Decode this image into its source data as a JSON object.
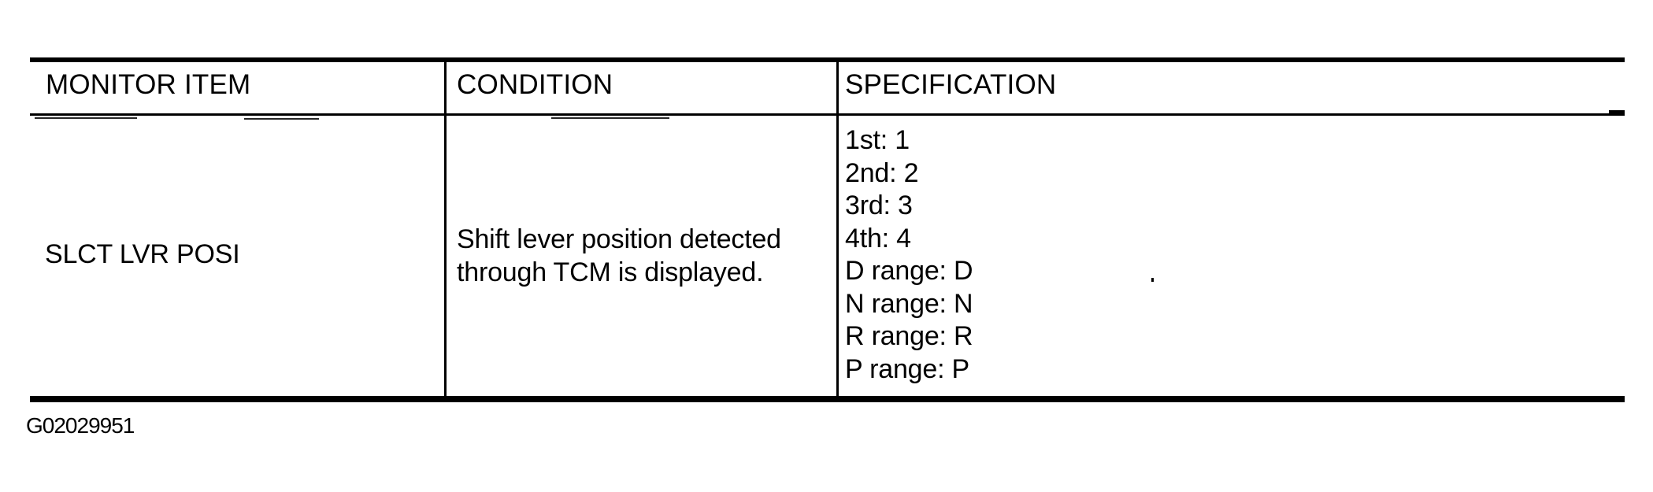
{
  "document": {
    "figure_id": "G02029951"
  },
  "table": {
    "columns": [
      {
        "label": "MONITOR ITEM"
      },
      {
        "label": "CONDITION"
      },
      {
        "label": "SPECIFICATION"
      }
    ],
    "rows": [
      {
        "monitor_item": "SLCT LVR POSI",
        "condition_lines": [
          "Shift lever position detected",
          "through TCM is displayed."
        ],
        "specification_lines": [
          "1st: 1",
          "2nd: 2",
          "3rd: 3",
          "4th: 4",
          "D range: D",
          "N range: N",
          "R range: R",
          "P range: P"
        ]
      }
    ]
  },
  "colors": {
    "ink": "#000000",
    "paper": "#ffffff"
  }
}
